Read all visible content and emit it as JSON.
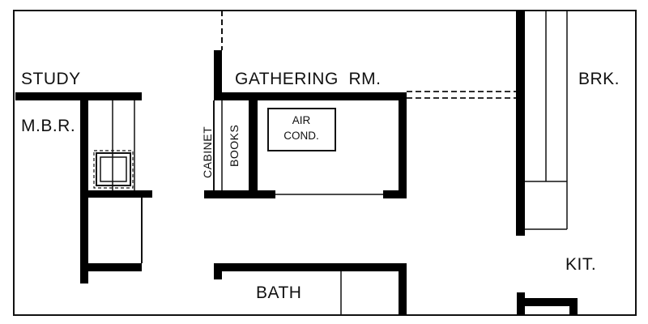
{
  "rooms": {
    "study": "STUDY",
    "master_bedroom": "M.B.R.",
    "gathering_room": "GATHERING  RM.",
    "breakfast": "BRK.",
    "kitchen": "KIT.",
    "bath": "BATH"
  },
  "fixtures": {
    "cabinet": "CABINET",
    "books": "BOOKS",
    "air_cond_line1": "AIR",
    "air_cond_line2": "COND."
  },
  "colors": {
    "wall": "#000000",
    "line": "#111111",
    "background": "#ffffff"
  }
}
